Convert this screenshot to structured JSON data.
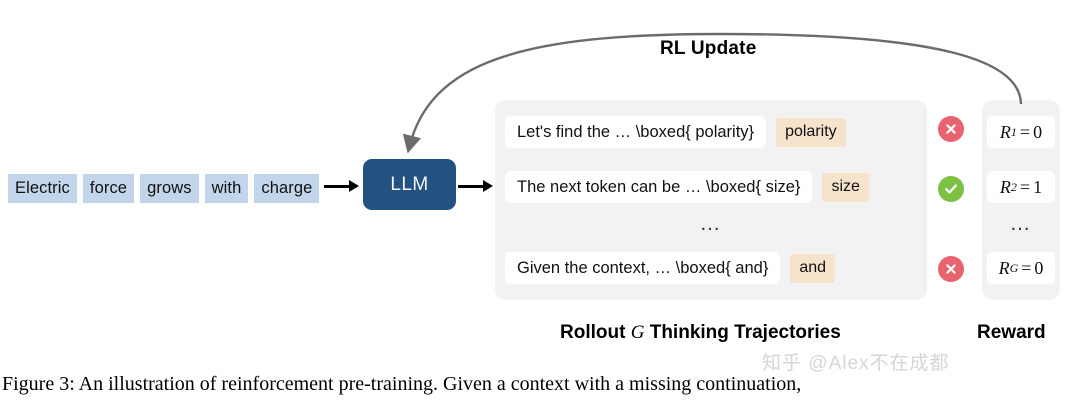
{
  "figure": {
    "caption": "Figure 3: An illustration of reinforcement pre-training. Given a context with a missing continuation,",
    "watermark": "知乎 @Alex不在成都"
  },
  "input": {
    "tokens": [
      "Electric",
      "force",
      "grows",
      "with",
      "charge"
    ],
    "chip_color": "#c2d5ea"
  },
  "model": {
    "label": "LLM",
    "box_color": "#235280"
  },
  "rl_update": {
    "label": "RL Update",
    "arrow_color": "#6b6b6b"
  },
  "trajectories": {
    "panel_color": "#f2f2f2",
    "ellipsis": "…",
    "rows": [
      {
        "text": "Let's find the … \\boxed{ polarity}",
        "answer": "polarity",
        "verdict": "incorrect",
        "verdict_icon": "cross-circle-icon",
        "verdict_color": "#e8636f"
      },
      {
        "text": "The next token can be … \\boxed{ size}",
        "answer": "size",
        "verdict": "correct",
        "verdict_icon": "check-circle-icon",
        "verdict_color": "#7cc143"
      },
      {
        "text": "Given the context, … \\boxed{ and}",
        "answer": "and",
        "verdict": "incorrect",
        "verdict_icon": "cross-circle-icon",
        "verdict_color": "#e8636f"
      }
    ],
    "answer_badge_color": "#f5e3cb"
  },
  "rewards": {
    "panel_color": "#f2f2f2",
    "ellipsis": "…",
    "cells": [
      {
        "symbol": "R",
        "subscript": "1",
        "value": "0"
      },
      {
        "symbol": "R",
        "subscript": "2",
        "value": "1"
      },
      {
        "symbol": "R",
        "subscript": "G",
        "value": "0"
      }
    ]
  },
  "axis_labels": {
    "rollout_prefix": "Rollout ",
    "rollout_italic": "G",
    "rollout_suffix": " Thinking Trajectories",
    "reward": "Reward"
  }
}
